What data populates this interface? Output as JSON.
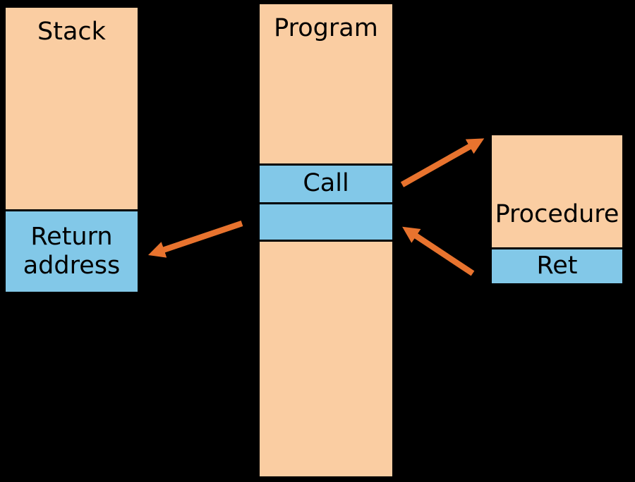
{
  "diagram": {
    "title_hint": "procedure call and return flow",
    "colors": {
      "bg": "#000000",
      "box-fill": "#FACDA2",
      "highlight-fill": "#82C8E8",
      "arrow": "#E8732E",
      "border": "#000000",
      "text": "#000000"
    },
    "stack": {
      "title": "Stack",
      "slot_label": "Return address"
    },
    "program": {
      "title": "Program",
      "call_label": "Call"
    },
    "procedure": {
      "title": "Procedure",
      "ret_label": "Ret"
    },
    "arrows": [
      {
        "name": "call-to-procedure",
        "from": "Call",
        "to": "Procedure"
      },
      {
        "name": "ret-to-program",
        "from": "Ret",
        "to": "Program"
      },
      {
        "name": "program-to-stack",
        "from": "Program",
        "to": "Return address"
      }
    ]
  }
}
